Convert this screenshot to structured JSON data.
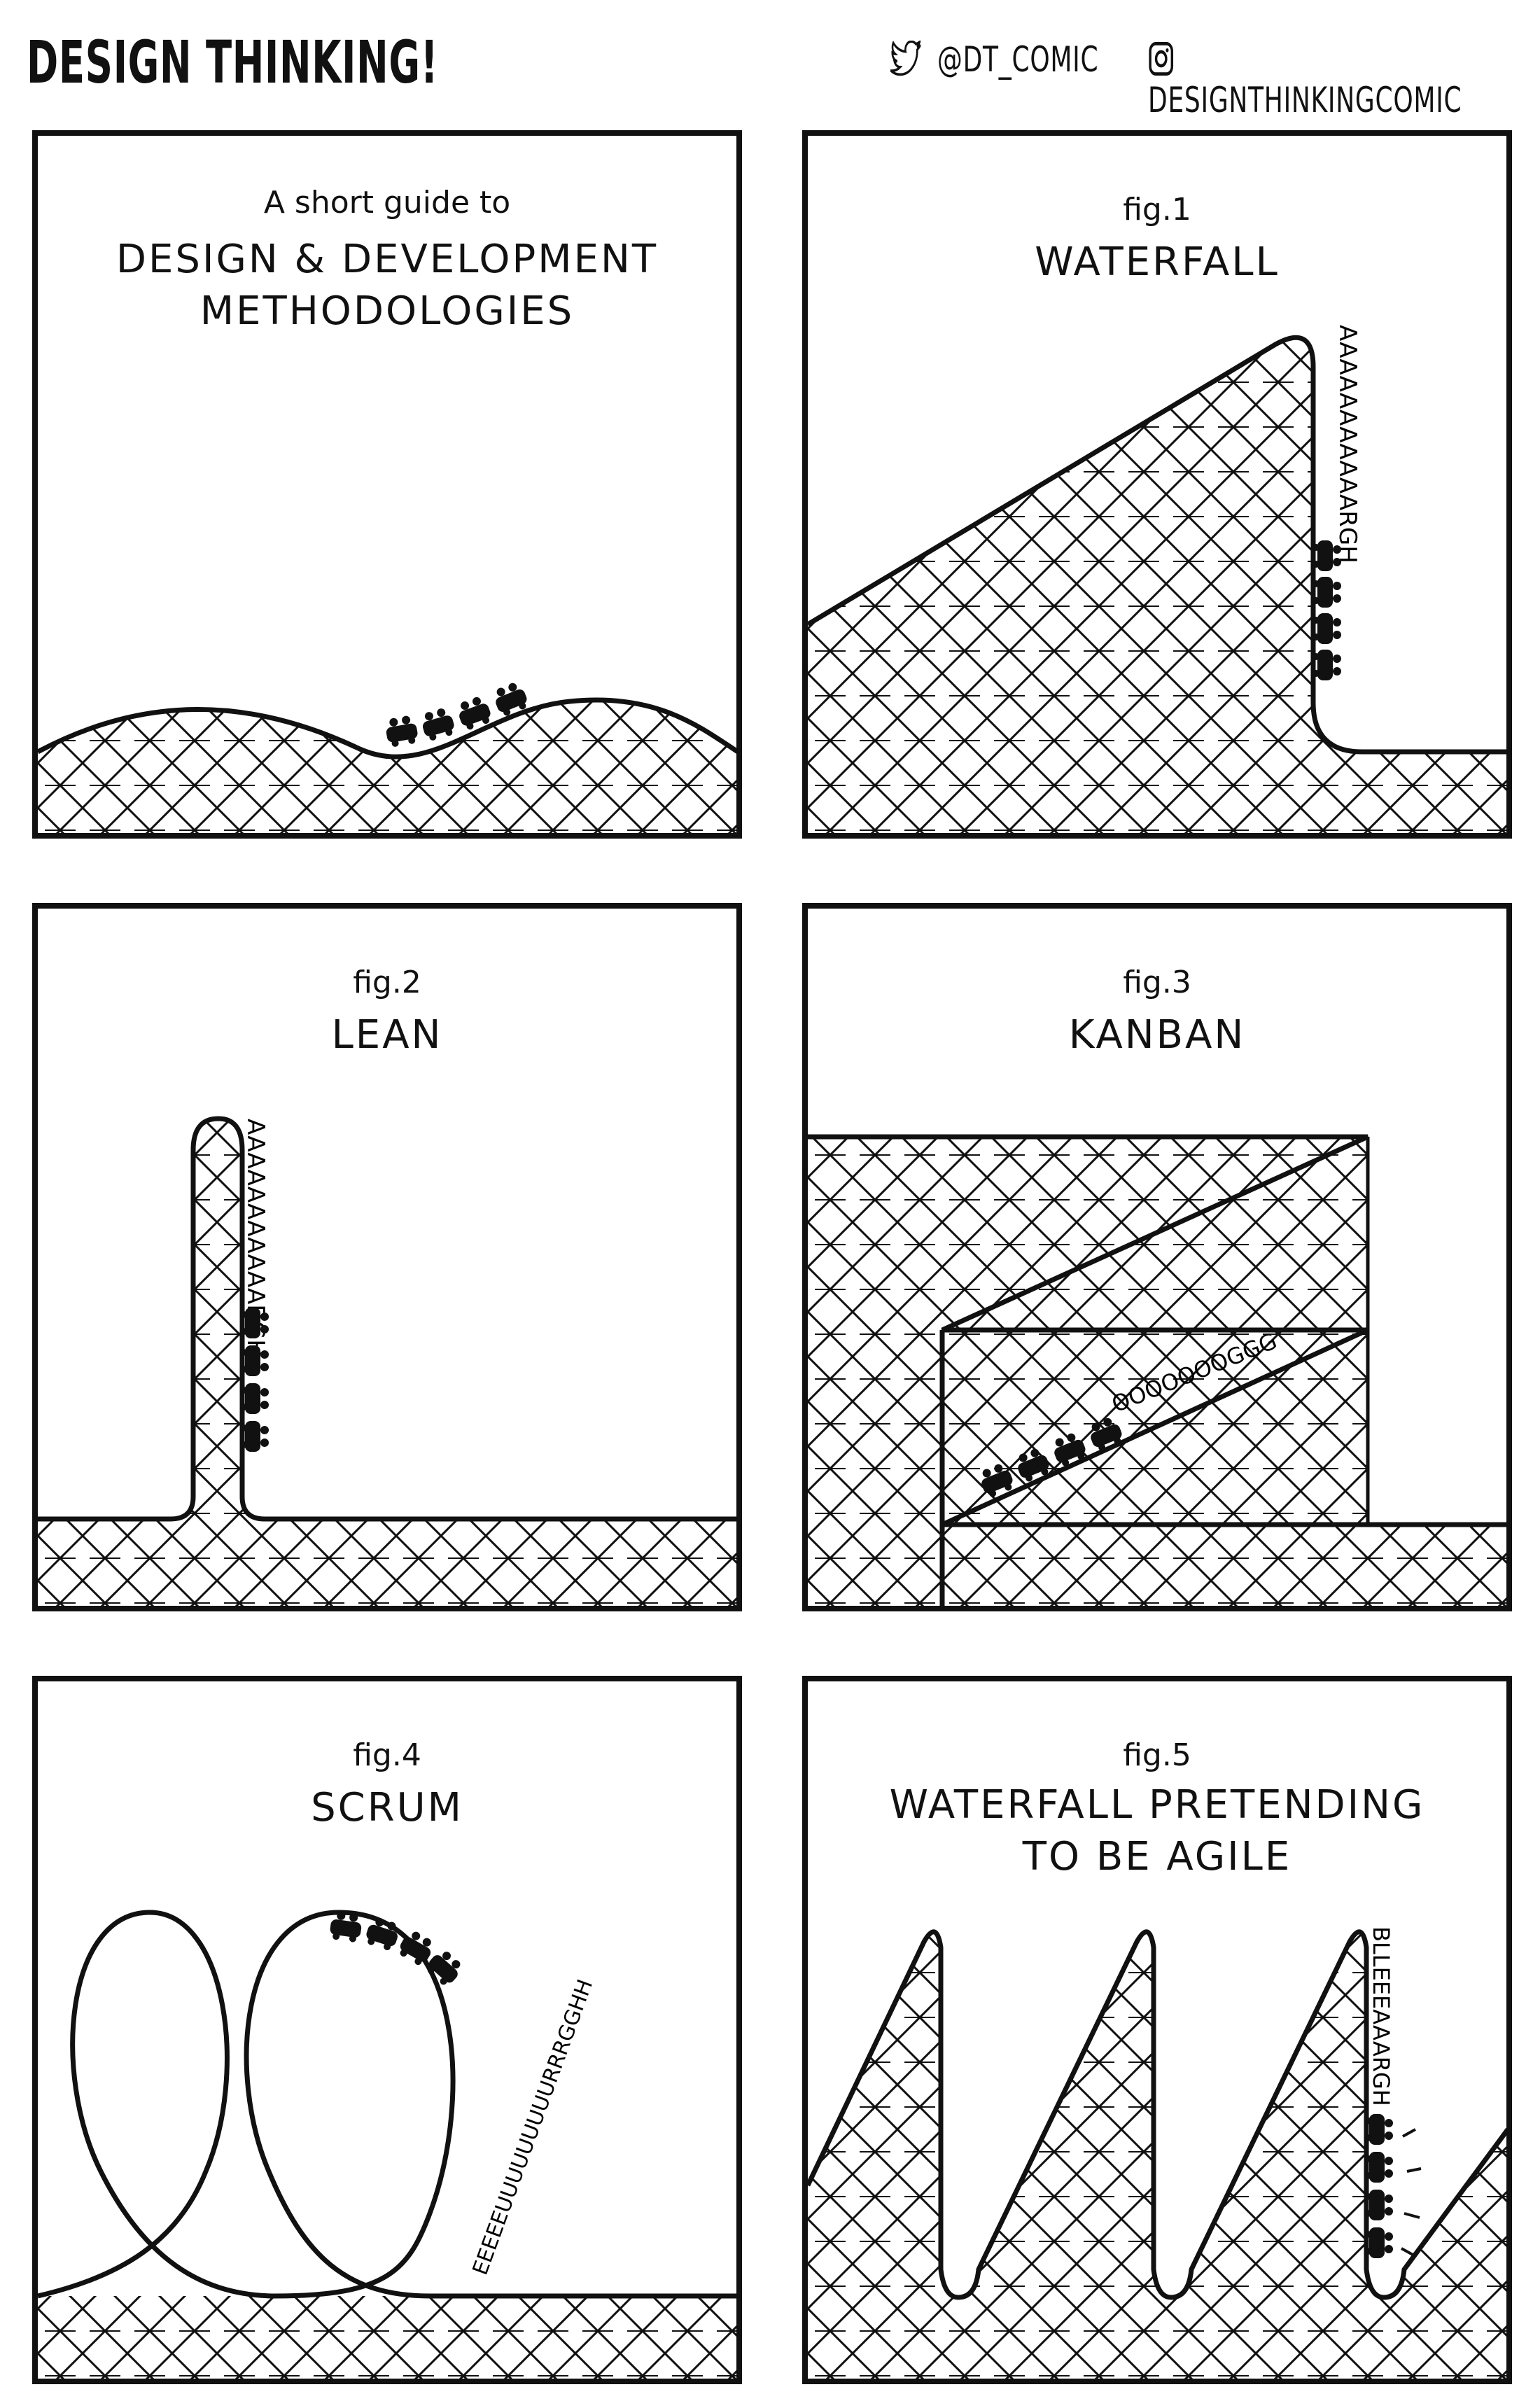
{
  "header": {
    "title": "DESIGN THINKING!",
    "twitter_handle": "@DT_COMIC",
    "instagram_handle": "DESIGNTHINKINGCOMIC",
    "twitter_icon": "twitter-bird-icon",
    "instagram_icon": "instagram-camera-icon"
  },
  "panels": [
    {
      "intro": "A short guide to",
      "title_line1": "DESIGN & DEVELOPMENT",
      "title_line2": "METHODOLOGIES"
    },
    {
      "fig": "fig.1",
      "title_line1": "WATERFALL",
      "scream": "AAAAAAAAAAARGH"
    },
    {
      "fig": "fig.2",
      "title_line1": "LEAN",
      "scream": "AAAAAAAAAAARGH"
    },
    {
      "fig": "fig.3",
      "title_line1": "KANBAN",
      "scream": "OOOOOOOGGG"
    },
    {
      "fig": "fig.4",
      "title_line1": "SCRUM",
      "scream": "EEEEEUUUUUUUUURRRGGHH"
    },
    {
      "fig": "fig.5",
      "title_line1": "WATERFALL PRETENDING",
      "title_line2": "TO BE AGILE",
      "scream": "BLLEEEAAARGH"
    }
  ],
  "colors": {
    "ink": "#111111",
    "paper": "#ffffff"
  }
}
